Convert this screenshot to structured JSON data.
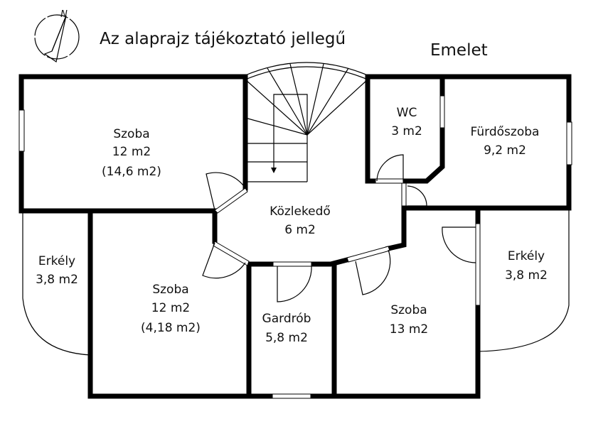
{
  "header": {
    "title": "Az alaprajz tájékoztató jellegű",
    "floor": "Emelet",
    "compass_letter": "N"
  },
  "rooms": [
    {
      "name": "Szoba",
      "area": "12 m2",
      "extra": "(14,6 m2)"
    },
    {
      "name": "WC",
      "area": "3 m2"
    },
    {
      "name": "Fürdőszoba",
      "area": "9,2 m2"
    },
    {
      "name": "Közlekedő",
      "area": "6 m2"
    },
    {
      "name": "Erkély",
      "area": "3,8 m2"
    },
    {
      "name": "Szoba",
      "area": "12 m2",
      "extra": "(4,18 m2)"
    },
    {
      "name": "Gardrób",
      "area": "5,8 m2"
    },
    {
      "name": "Szoba",
      "area": "13 m2"
    },
    {
      "name": "Erkély",
      "area": "3,8 m2"
    }
  ]
}
